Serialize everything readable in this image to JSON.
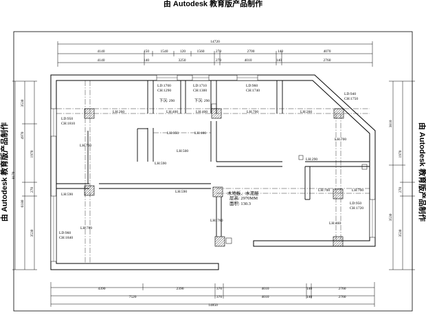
{
  "watermark": "由 Autodesk 教育版产品制作",
  "dims_top_total": "14720",
  "dims_top_row1": [
    "4140",
    "150",
    "1540",
    "120",
    "1560",
    "270",
    "2700",
    "140",
    "4070"
  ],
  "dims_top_row2": [
    "4140",
    "140",
    "3250",
    "270",
    "4010",
    "140",
    "2760"
  ],
  "dims_bottom_row1": [
    "4390",
    "2390",
    "370",
    "4010",
    "140",
    "2760"
  ],
  "dims_bottom_row2": [
    "7520",
    "370",
    "4010",
    "140",
    "2760"
  ],
  "dims_bottom_total": "14850",
  "dims_left_outer": "8170",
  "dims_left_a": [
    "3530",
    "4970",
    "6180"
  ],
  "dims_left_b": [
    "1970",
    "270",
    "3530"
  ],
  "dims_right_a": [
    "3810",
    "3530"
  ],
  "dims_right_b": [
    "1970",
    "270",
    "3530"
  ],
  "windows": [
    {
      "ld": "LD:1700",
      "ch": "CH:1290"
    },
    {
      "ld": "LD:1710",
      "ch": "CH:1300"
    },
    {
      "ld": "LD:960",
      "ch": "CH:1740"
    },
    {
      "ld": "LD:940",
      "ch": "CH:1750"
    },
    {
      "ld": "LD:950",
      "ch": "CH:1810"
    },
    {
      "ld": "LD:960",
      "ch": "CH:1840"
    },
    {
      "ld": "LD:950",
      "ch": "CH:1720"
    }
  ],
  "beams": [
    "LH:260",
    "LH:400",
    "LH:400",
    "LH:700",
    "LH:260",
    "LH:350",
    "LH:100",
    "LH:500",
    "LH:590",
    "LH:590",
    "LH:590",
    "LH:780",
    "LH:700",
    "LH:700",
    "LH:700",
    "LH:700",
    "LH:290",
    "LH:460"
  ],
  "drops": [
    "下沉: 290",
    "下沉: 290"
  ],
  "notes": {
    "line1": "木地板、水泥层",
    "line2": "层高: 2970MM",
    "line3": "面积: 130.3"
  }
}
